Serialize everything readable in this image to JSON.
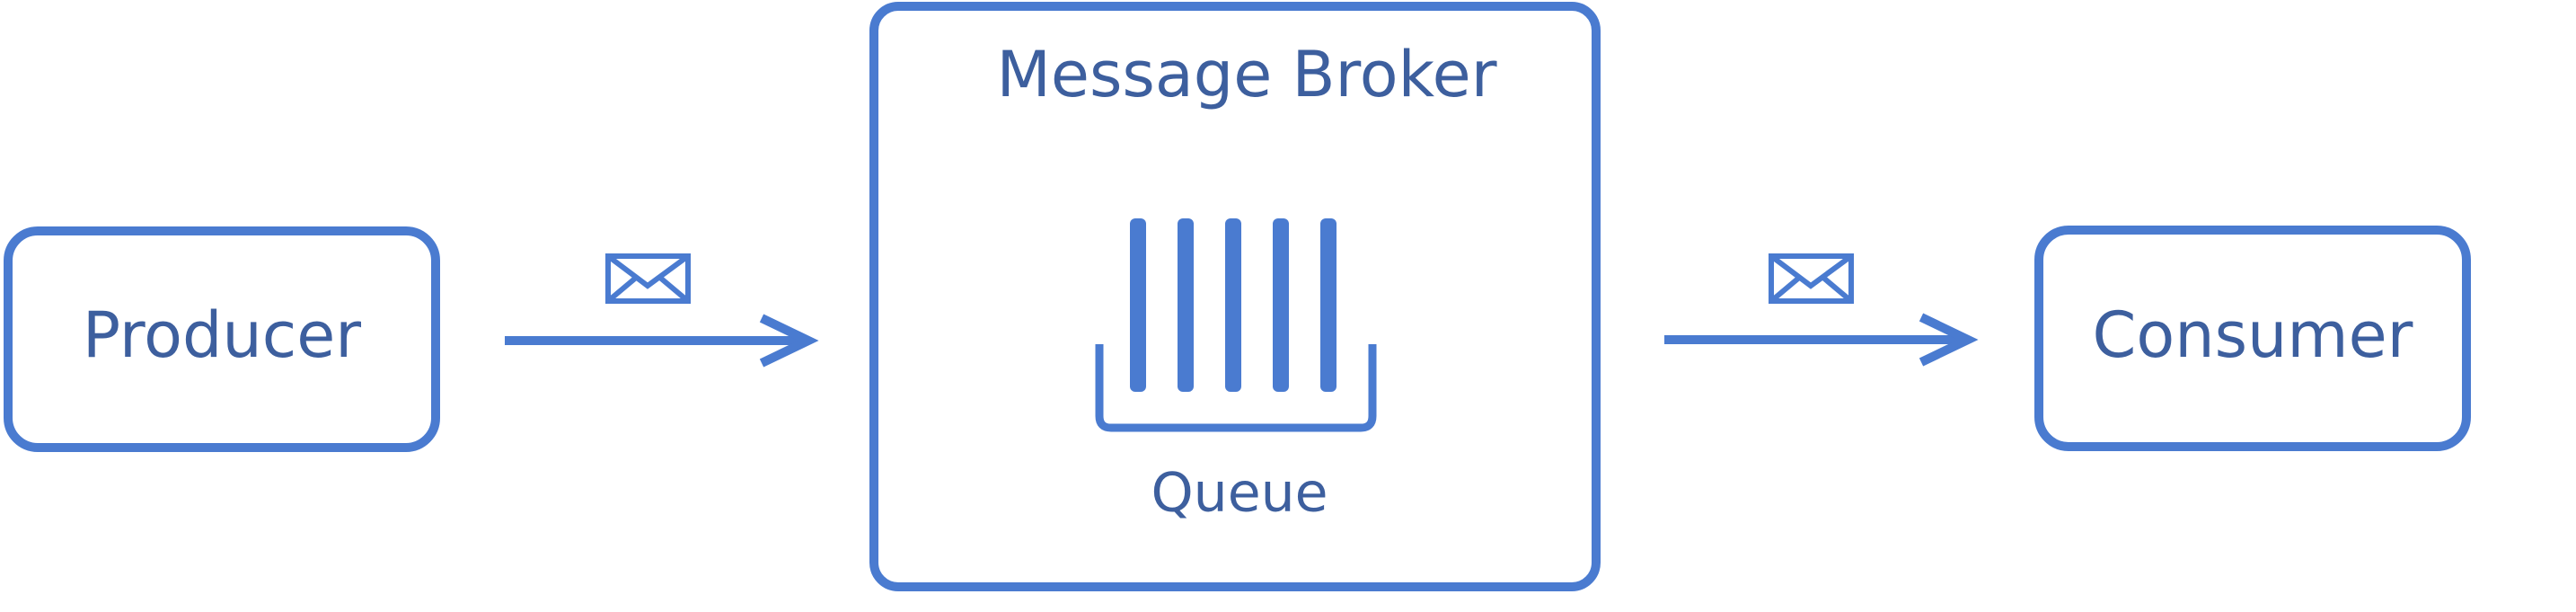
{
  "colors": {
    "stroke": "#4a7bd0",
    "text": "#3d5f9e",
    "background": "#ffffff"
  },
  "producer": {
    "label": "Producer"
  },
  "broker": {
    "title": "Message Broker"
  },
  "queue": {
    "label": "Queue",
    "message_count": 5
  },
  "consumer": {
    "label": "Consumer"
  },
  "messages": {
    "icon": "envelope-icon"
  }
}
